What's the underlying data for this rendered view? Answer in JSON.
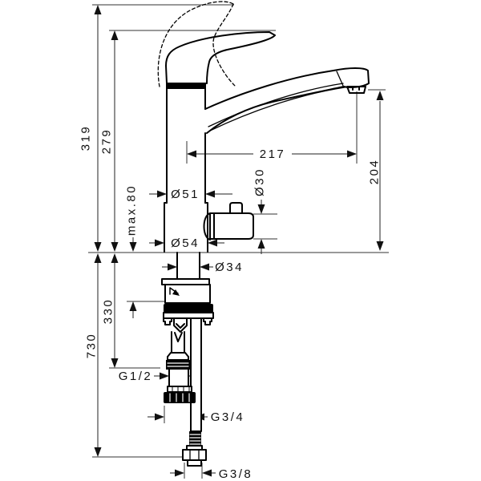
{
  "drawing": {
    "labels": {
      "total_height": "319",
      "lever_height": "279",
      "max_counter_thickness": "max.80",
      "supply_pipe_length": "330",
      "hose_length": "730",
      "spout_reach": "217",
      "spout_outlet_height": "204",
      "body_diameter": "Ø51",
      "base_diameter": "Ø54",
      "shutoff_valve_diameter": "Ø30",
      "shank_diameter": "Ø34",
      "supply_thread": "G1/2",
      "appliance_thread": "G3/4",
      "hose_thread": "G3/8"
    }
  }
}
